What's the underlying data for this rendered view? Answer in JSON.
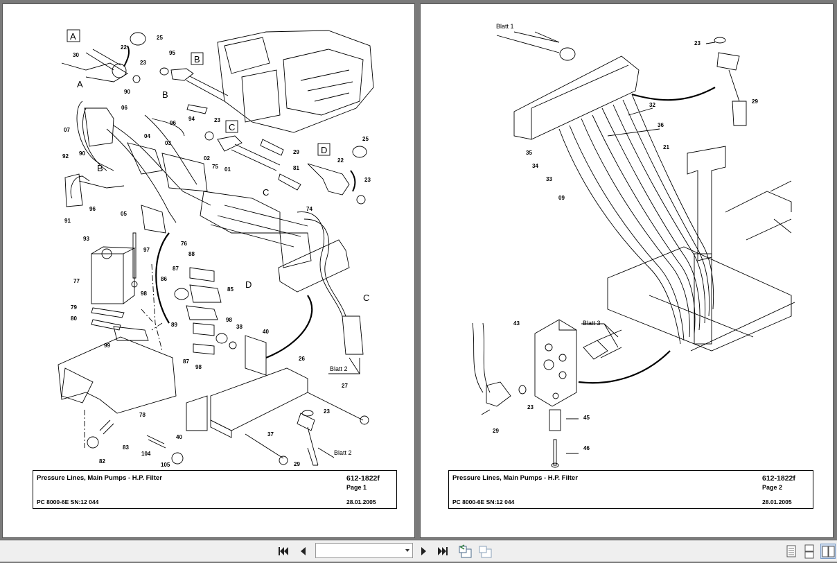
{
  "pages": [
    {
      "title": "Pressure Lines, Main Pumps - H.P. Filter",
      "part_number": "612-1822f",
      "page_label": "Page 1",
      "model": "PC 8000-6E SN:12 044",
      "date": "28.01.2005",
      "view_labels": [
        "A",
        "B",
        "C",
        "D"
      ],
      "callouts": [
        "25",
        "22",
        "23",
        "30",
        "95",
        "A",
        "90",
        "B",
        "06",
        "07",
        "94",
        "23",
        "96",
        "04",
        "03",
        "02",
        "75",
        "01",
        "92",
        "90",
        "B",
        "29",
        "81",
        "25",
        "22",
        "23",
        "C",
        "96",
        "05",
        "74",
        "91",
        "93",
        "97",
        "76",
        "88",
        "77",
        "87",
        "86",
        "85",
        "98",
        "79",
        "80",
        "99",
        "89",
        "98",
        "38",
        "40",
        "87",
        "98",
        "26",
        "27",
        "78",
        "83",
        "82",
        "104",
        "105",
        "40",
        "37",
        "23",
        "29",
        "C",
        "D"
      ],
      "blatt_labels": [
        "Blatt 2",
        "Blatt 2"
      ]
    },
    {
      "title": "Pressure Lines, Main Pumps - H.P. Filter",
      "part_number": "612-1822f",
      "page_label": "Page 2",
      "model": "PC 8000-6E SN:12 044",
      "date": "28.01.2005",
      "callouts": [
        "23",
        "29",
        "32",
        "36",
        "21",
        "35",
        "34",
        "33",
        "09",
        "43",
        "23",
        "29",
        "45",
        "46"
      ],
      "blatt_labels": [
        "Blatt 1",
        "Blatt 3"
      ]
    }
  ],
  "toolbar": {
    "page_selector_value": "",
    "first_icon": "first-page-icon",
    "prev_icon": "previous-page-icon",
    "next_icon": "next-page-icon",
    "last_icon": "last-page-icon",
    "history_back_icon": "go-back-view-icon",
    "history_fwd_icon": "go-forward-view-icon",
    "view_single_icon": "single-page-view-icon",
    "view_continuous_icon": "continuous-view-icon",
    "view_facing_icon": "facing-pages-view-icon"
  }
}
